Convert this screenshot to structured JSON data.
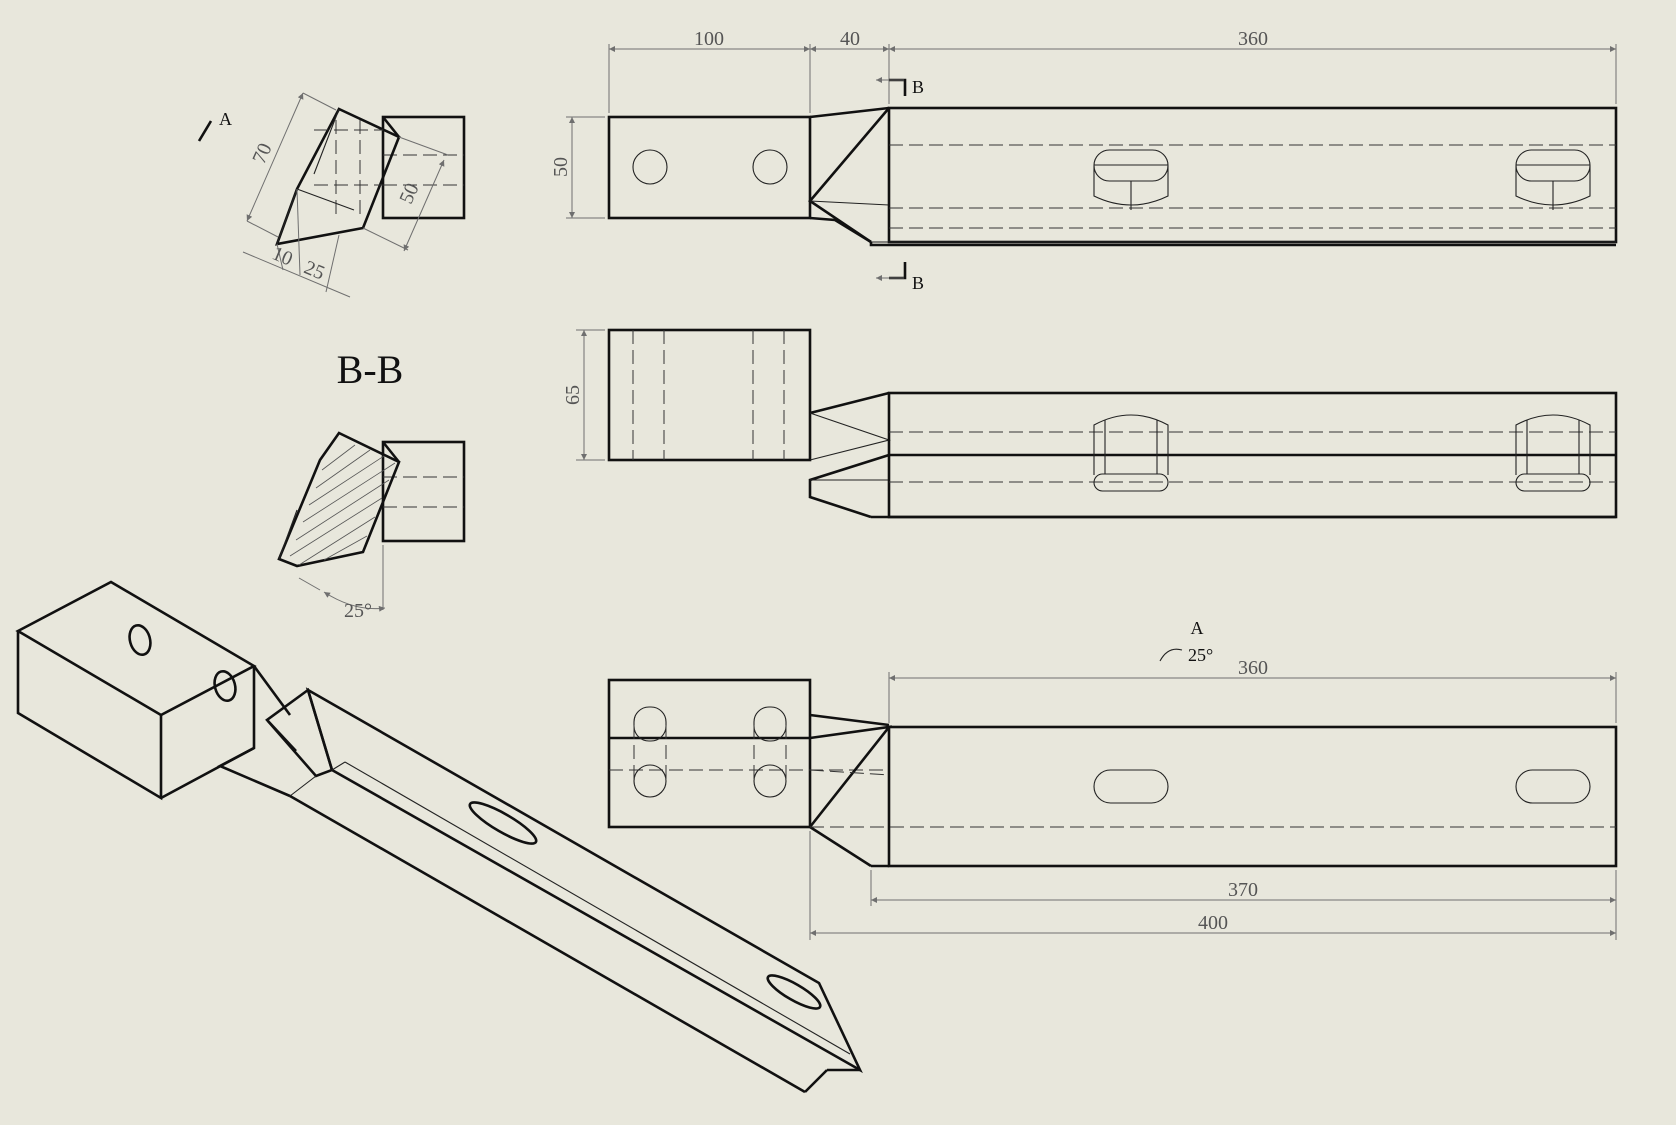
{
  "section_title": "B-B",
  "section_marker": "B",
  "view_marker": "A",
  "view_rotation": "25°",
  "dims": {
    "top_len_a": "100",
    "top_len_b": "40",
    "top_len_c": "360",
    "top_height": "50",
    "front_height": "65",
    "bottom_len_a": "360",
    "bottom_len_b": "370",
    "bottom_len_c": "400",
    "aux_len": "70",
    "aux_width": "50",
    "aux_offset_a": "10",
    "aux_offset_b": "25",
    "section_angle": "25°"
  }
}
